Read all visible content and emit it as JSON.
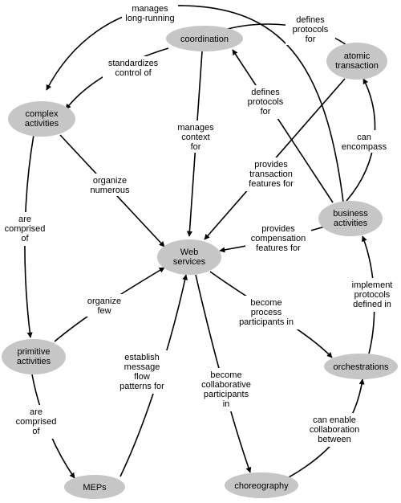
{
  "nodes": {
    "coordination": {
      "label": [
        "coordination"
      ]
    },
    "atomic": {
      "label": [
        "atomic",
        "transaction"
      ]
    },
    "complex": {
      "label": [
        "complex",
        "activities"
      ]
    },
    "web": {
      "label": [
        "Web",
        "services"
      ]
    },
    "business": {
      "label": [
        "business",
        "activities"
      ]
    },
    "primitive": {
      "label": [
        "primitive",
        "activities"
      ]
    },
    "orchestrations": {
      "label": [
        "orchestrations"
      ]
    },
    "meps": {
      "label": [
        "MEPs"
      ]
    },
    "choreography": {
      "label": [
        "choreography"
      ]
    }
  },
  "edges": {
    "manages_long_running": {
      "label": [
        "manages",
        "long-running"
      ]
    },
    "defines_protocols_atomic": {
      "label": [
        "defines",
        "protocols",
        "for"
      ]
    },
    "standardizes": {
      "label": [
        "standardizes",
        "control of"
      ]
    },
    "manages_context": {
      "label": [
        "manages",
        "context",
        "for"
      ]
    },
    "defines_protocols_business": {
      "label": [
        "defines",
        "protocols",
        "for"
      ]
    },
    "provides_transaction": {
      "label": [
        "provides",
        "transaction",
        "features for"
      ]
    },
    "can_encompass": {
      "label": [
        "can",
        "encompass"
      ]
    },
    "organize_numerous": {
      "label": [
        "organize",
        "numerous"
      ]
    },
    "provides_compensation": {
      "label": [
        "provides",
        "compensation",
        "features for"
      ]
    },
    "are_comprised_complex": {
      "label": [
        "are",
        "comprised",
        "of"
      ]
    },
    "organize_few": {
      "label": [
        "organize",
        "few"
      ]
    },
    "implement_protocols": {
      "label": [
        "implement",
        "protocols",
        "defined in"
      ]
    },
    "become_process": {
      "label": [
        "become",
        "process",
        "participants in"
      ]
    },
    "establish_message": {
      "label": [
        "establish",
        "message",
        "flow",
        "patterns for"
      ]
    },
    "become_collaborative": {
      "label": [
        "become",
        "collaborative",
        "participants",
        "in"
      ]
    },
    "are_comprised_primitive": {
      "label": [
        "are",
        "comprised",
        "of"
      ]
    },
    "can_enable": {
      "label": [
        "can enable",
        "collaboration",
        "between"
      ]
    }
  }
}
